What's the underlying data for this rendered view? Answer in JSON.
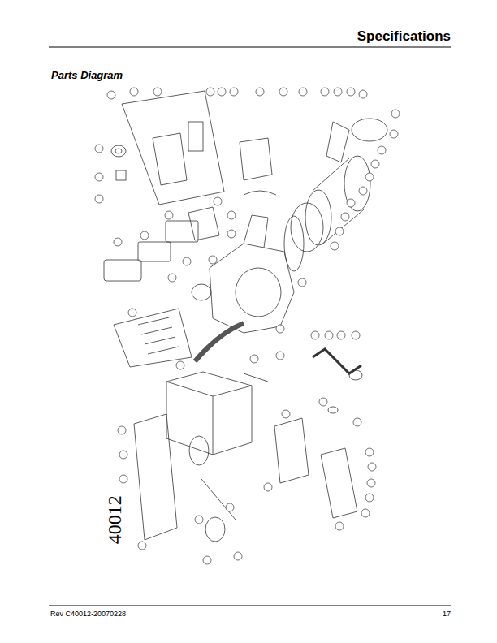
{
  "diagram": {
    "title": "Parts Diagram",
    "labels": [
      "Specifications",
      "40012",
      "Rev C40012-20070228",
      "17"
    ]
  }
}
